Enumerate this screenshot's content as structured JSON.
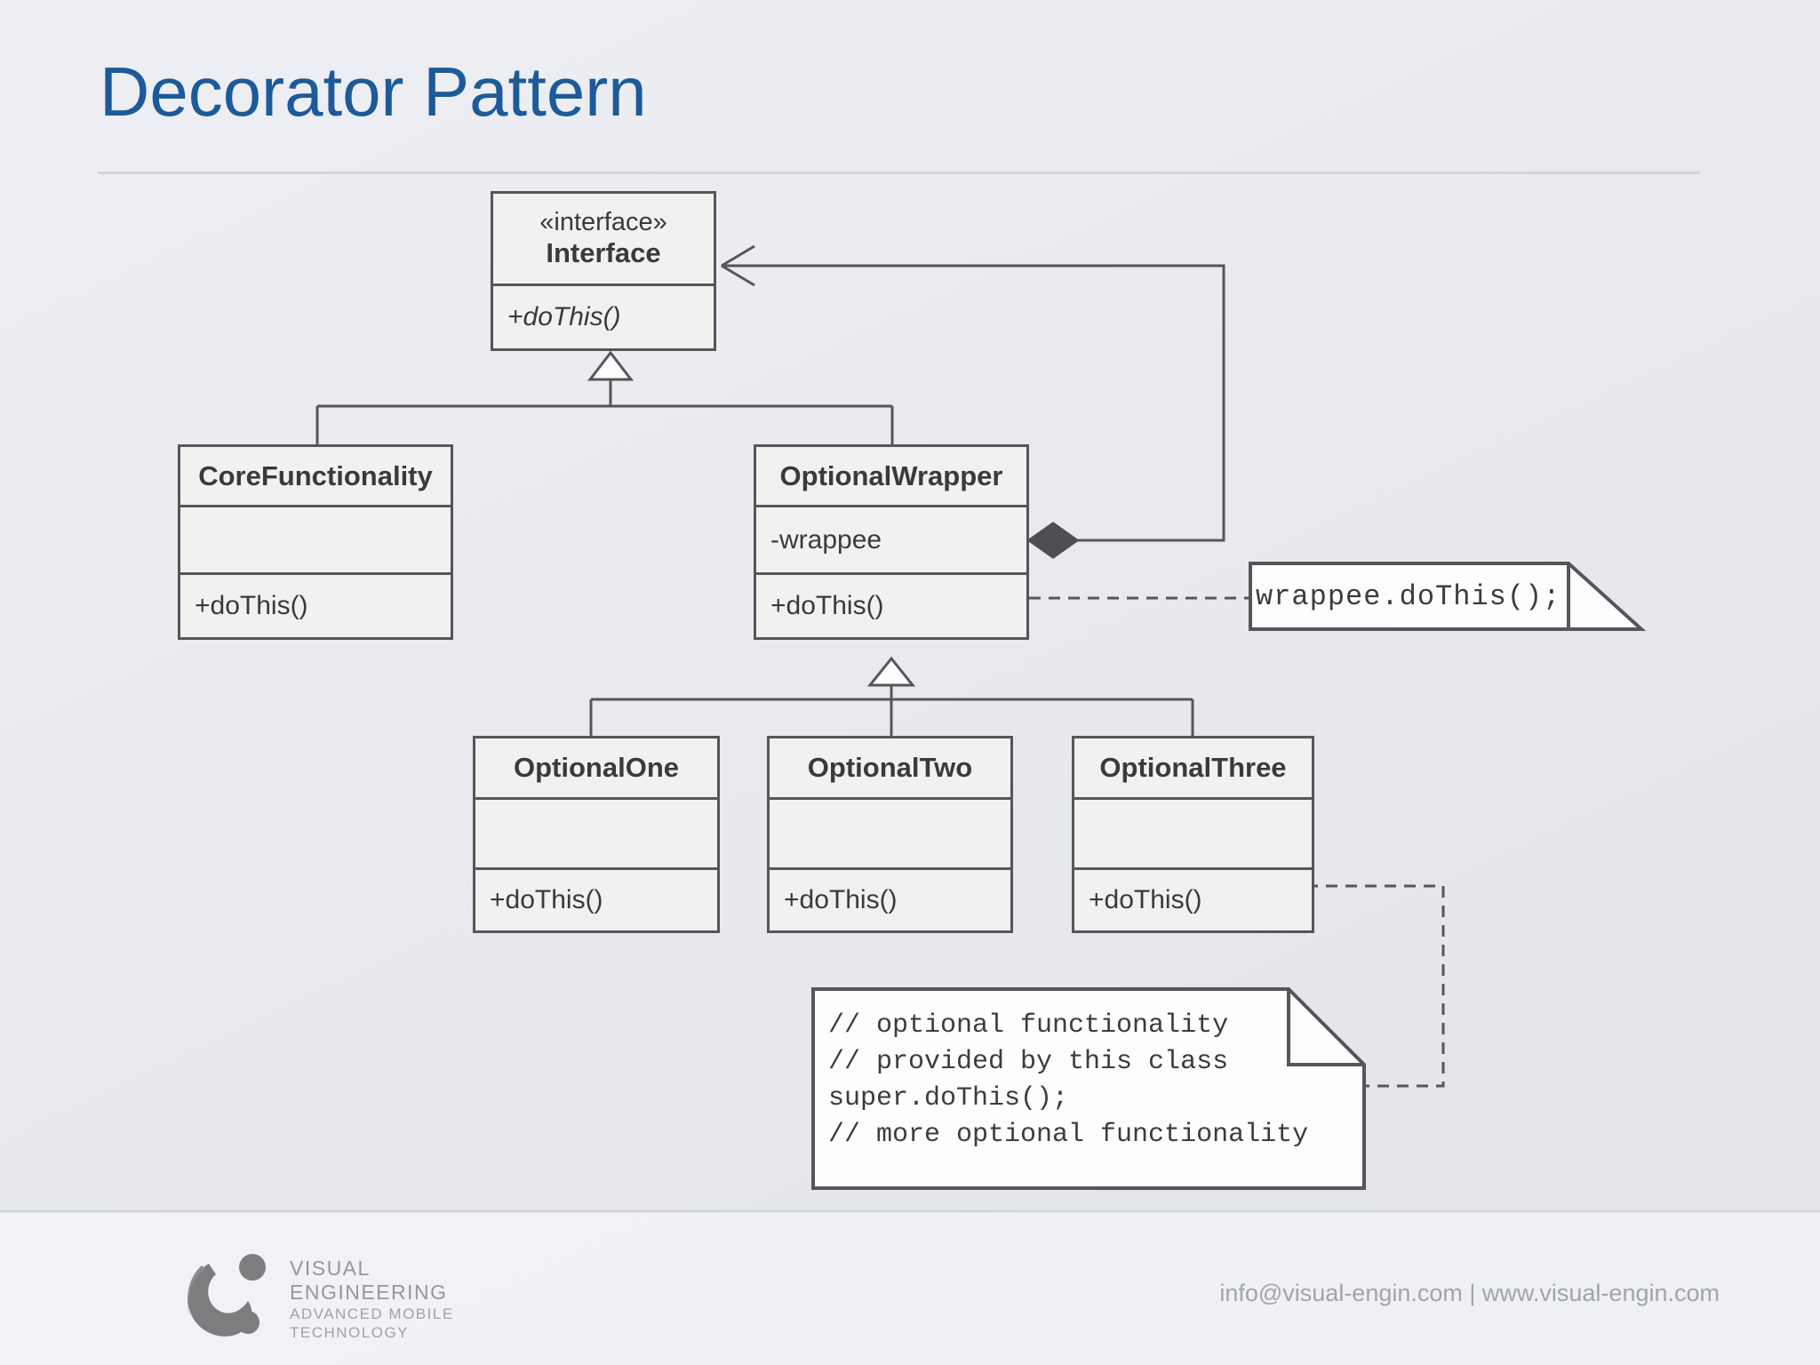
{
  "title": "Decorator Pattern",
  "uml": {
    "interface": {
      "stereotype": "«interface»",
      "name": "Interface",
      "method": "+doThis()"
    },
    "core": {
      "name": "CoreFunctionality",
      "attribute": "",
      "method": "+doThis()"
    },
    "wrapper": {
      "name": "OptionalWrapper",
      "attribute": "-wrappee",
      "method": "+doThis()"
    },
    "optional_one": {
      "name": "OptionalOne",
      "attribute": "",
      "method": "+doThis()"
    },
    "optional_two": {
      "name": "OptionalTwo",
      "attribute": "",
      "method": "+doThis()"
    },
    "optional_three": {
      "name": "OptionalThree",
      "attribute": "",
      "method": "+doThis()"
    },
    "wrappee_note": "wrappee.doThis();",
    "code_note_lines": [
      "// optional functionality",
      "// provided by this class",
      "super.doThis();",
      "// more optional functionality"
    ]
  },
  "footer": {
    "logo_lines": [
      "VISUAL",
      "ENGINEERING",
      "ADVANCED MOBILE",
      "TECHNOLOGY"
    ],
    "contact": "info@visual-engin.com | www.visual-engin.com"
  },
  "colors": {
    "title_blue": "#1d5a99",
    "box_border": "#54565a",
    "box_fill": "#f1f1f0",
    "note_fill": "#fdfdfd",
    "background": "#e8eaef",
    "footer_text": "#a1a4aa"
  }
}
